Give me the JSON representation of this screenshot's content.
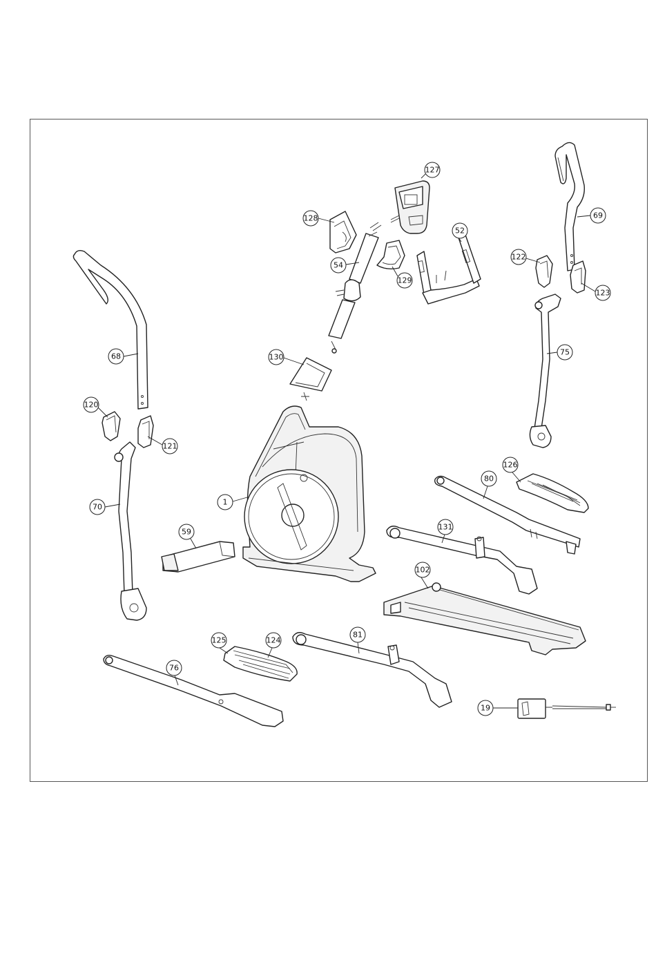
{
  "callouts": [
    {
      "id": "p127",
      "label": "127"
    },
    {
      "id": "p128",
      "label": "128"
    },
    {
      "id": "p54",
      "label": "54"
    },
    {
      "id": "p129",
      "label": "129"
    },
    {
      "id": "p52",
      "label": "52"
    },
    {
      "id": "p69",
      "label": "69"
    },
    {
      "id": "p122",
      "label": "122"
    },
    {
      "id": "p123",
      "label": "123"
    },
    {
      "id": "p75",
      "label": "75"
    },
    {
      "id": "p130",
      "label": "130"
    },
    {
      "id": "p68",
      "label": "68"
    },
    {
      "id": "p120",
      "label": "120"
    },
    {
      "id": "p121",
      "label": "121"
    },
    {
      "id": "p70",
      "label": "70"
    },
    {
      "id": "p1",
      "label": "1"
    },
    {
      "id": "p59",
      "label": "59"
    },
    {
      "id": "p126",
      "label": "126"
    },
    {
      "id": "p80",
      "label": "80"
    },
    {
      "id": "p131",
      "label": "131"
    },
    {
      "id": "p102",
      "label": "102"
    },
    {
      "id": "p125",
      "label": "125"
    },
    {
      "id": "p124",
      "label": "124"
    },
    {
      "id": "p81",
      "label": "81"
    },
    {
      "id": "p76",
      "label": "76"
    },
    {
      "id": "p19",
      "label": "19"
    }
  ]
}
